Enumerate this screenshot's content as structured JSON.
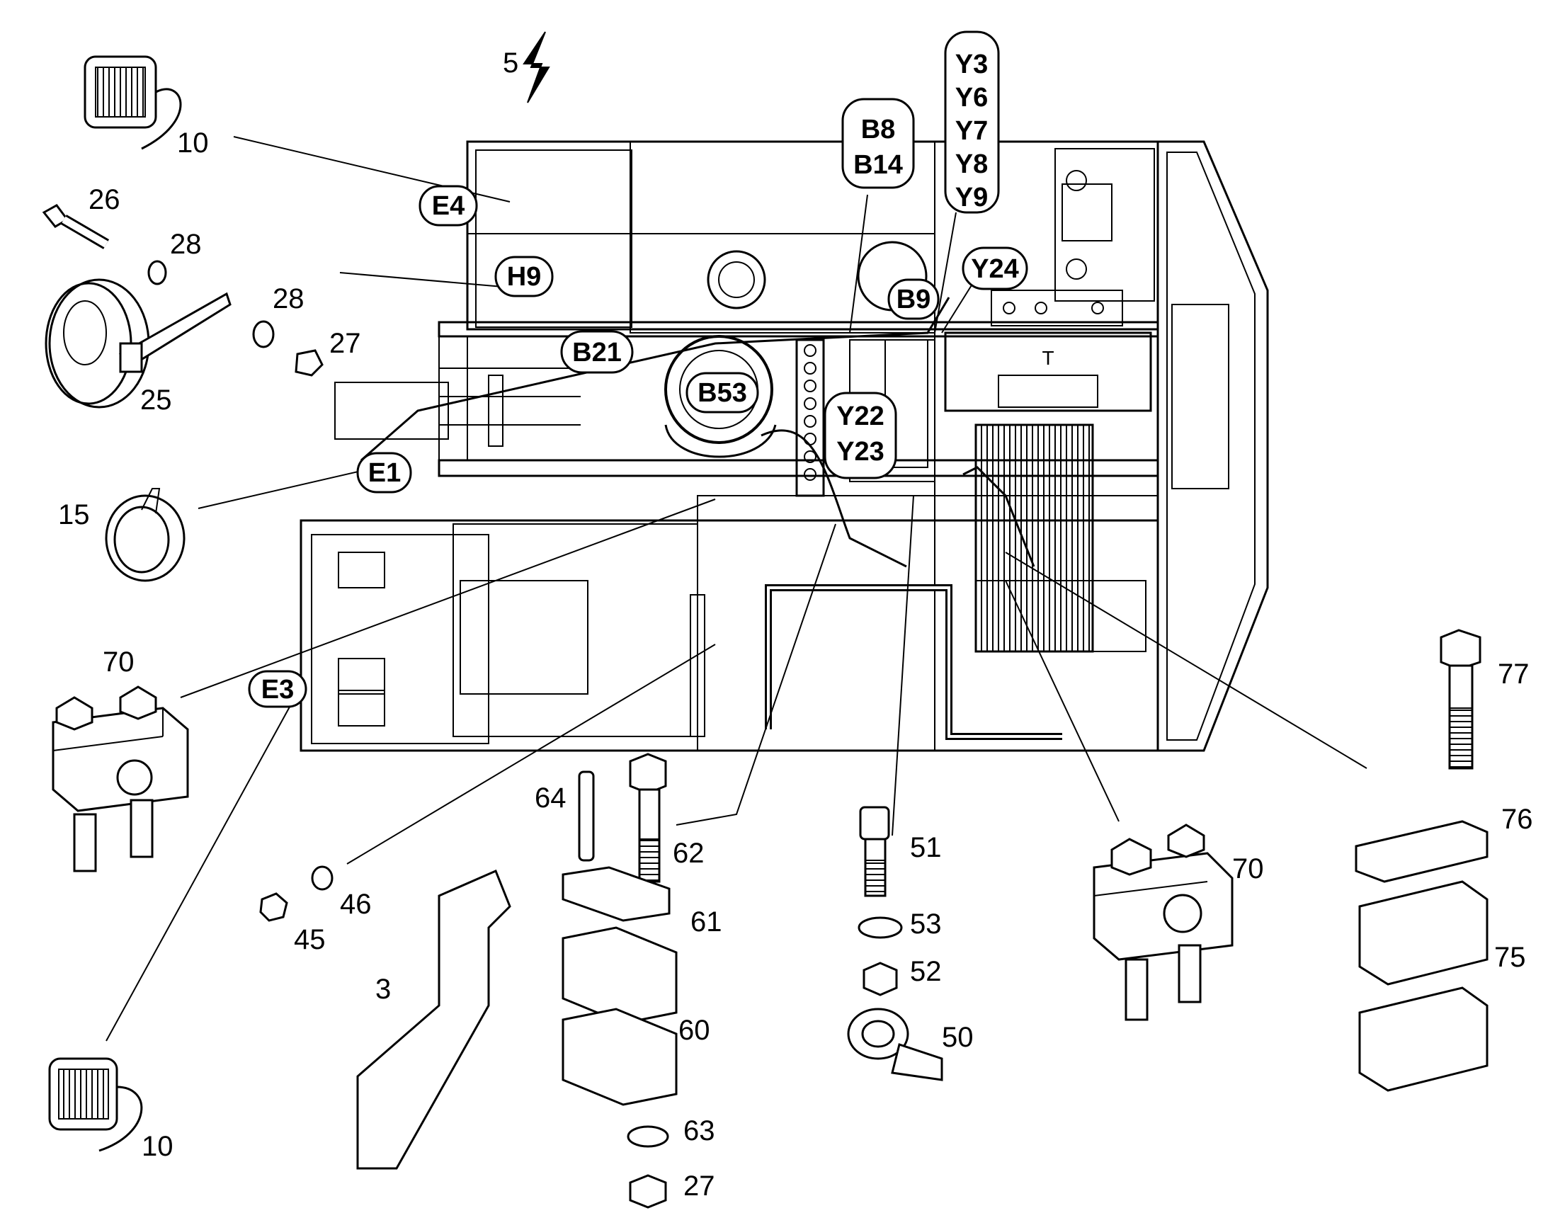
{
  "part_numbers": {
    "p5": "5",
    "p10a": "10",
    "p26": "26",
    "p28a": "28",
    "p28b": "28",
    "p27a": "27",
    "p25": "25",
    "p15": "15",
    "p70a": "70",
    "p64": "64",
    "p62": "62",
    "p61": "61",
    "p60": "60",
    "p63": "63",
    "p27b": "27",
    "p46": "46",
    "p45": "45",
    "p3": "3",
    "p10b": "10",
    "p51": "51",
    "p53": "53",
    "p52": "52",
    "p50": "50",
    "p70b": "70",
    "p77": "77",
    "p76": "76",
    "p75": "75"
  },
  "callouts": {
    "E4": "E4",
    "H9": "H9",
    "B21": "B21",
    "B53": "B53",
    "E1": "E1",
    "E3": "E3",
    "B8": "B8",
    "B14": "B14",
    "B9": "B9",
    "Y22": "Y22",
    "Y23": "Y23",
    "Y24": "Y24",
    "Y3": "Y3",
    "Y6": "Y6",
    "Y7": "Y7",
    "Y8": "Y8",
    "Y9": "Y9"
  },
  "machine_labels": {
    "transformer_mark": "T"
  },
  "colors": {
    "line": "#000000",
    "background": "#ffffff"
  }
}
